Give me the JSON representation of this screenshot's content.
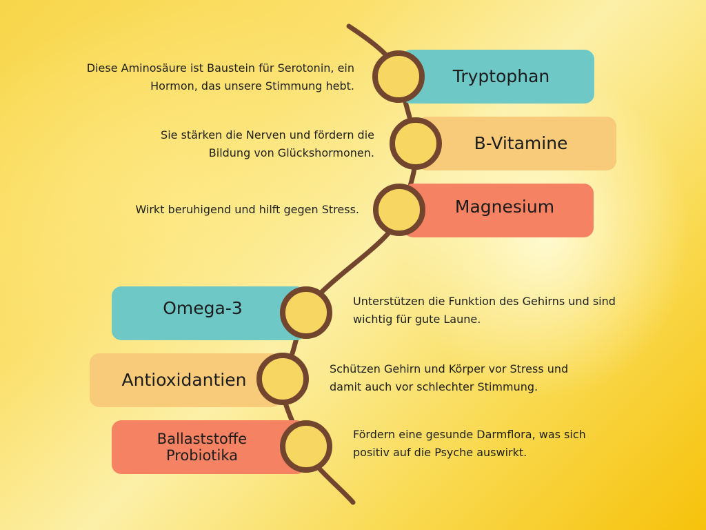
{
  "items": [
    {
      "title": "Tryptophan",
      "description_lines": [
        "Diese Aminosäure ist Baustein für Serotonin, ein",
        "Hormon, das unsere Stimmung hebt."
      ],
      "color": "#6ec8c6",
      "side": "right"
    },
    {
      "title": "B-Vitamine",
      "description_lines": [
        "Sie stärken die Nerven und fördern die",
        "Bildung von Glückshormonen."
      ],
      "color": "#f8cb7b",
      "side": "right"
    },
    {
      "title": "Magnesium",
      "description_lines": [
        "Wirkt beruhigend und hilft gegen Stress."
      ],
      "color": "#f58262",
      "side": "right"
    },
    {
      "title": "Omega-3",
      "description_lines": [
        "Unterstützen die Funktion des Gehirns und sind",
        "wichtig für gute Laune."
      ],
      "color": "#6ec8c6",
      "side": "left"
    },
    {
      "title": "Antioxidantien",
      "description_lines": [
        "Schützen Gehirn und Körper vor Stress und",
        "damit auch vor schlechter Stimmung."
      ],
      "color": "#f8cb7b",
      "side": "left"
    },
    {
      "title_lines": [
        "Ballaststoffe",
        "Probiotika"
      ],
      "description_lines": [
        "Fördern eine gesunde Darmflora, was sich",
        "positiv auf die Psyche auswirkt."
      ],
      "color": "#f58262",
      "side": "left"
    }
  ],
  "colors": {
    "spine": "#72452e",
    "teal": "#6ec8c6",
    "peach": "#f8cb7b",
    "coral": "#f58262",
    "background": "#f9d94f"
  }
}
